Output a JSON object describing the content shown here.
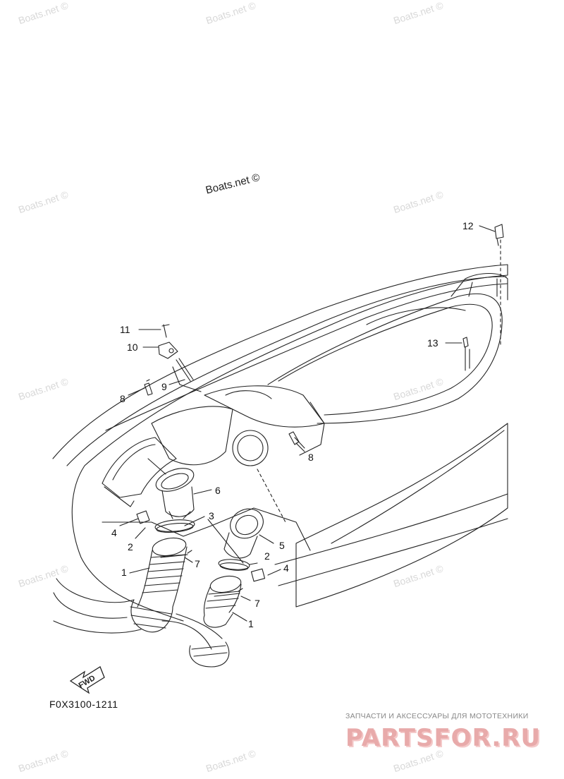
{
  "watermark_text": "Boats.net ©",
  "center_watermark": "Boats.net ©",
  "diagram_code": "F0X3100-1211",
  "fwd_label": "FWD",
  "promo_tagline": "ЗАПЧАСТИ И АКСЕССУАРЫ ДЛЯ МОТОТЕХНИКИ",
  "promo_logo": "PARTSFOR.RU",
  "callouts": {
    "c1a": "1",
    "c1b": "1",
    "c2a": "2",
    "c2b": "2",
    "c3": "3",
    "c4a": "4",
    "c4b": "4",
    "c5": "5",
    "c6": "6",
    "c7a": "7",
    "c7b": "7",
    "c8a": "8",
    "c8b": "8",
    "c9": "9",
    "c10": "10",
    "c11": "11",
    "c12": "12",
    "c13": "13"
  }
}
